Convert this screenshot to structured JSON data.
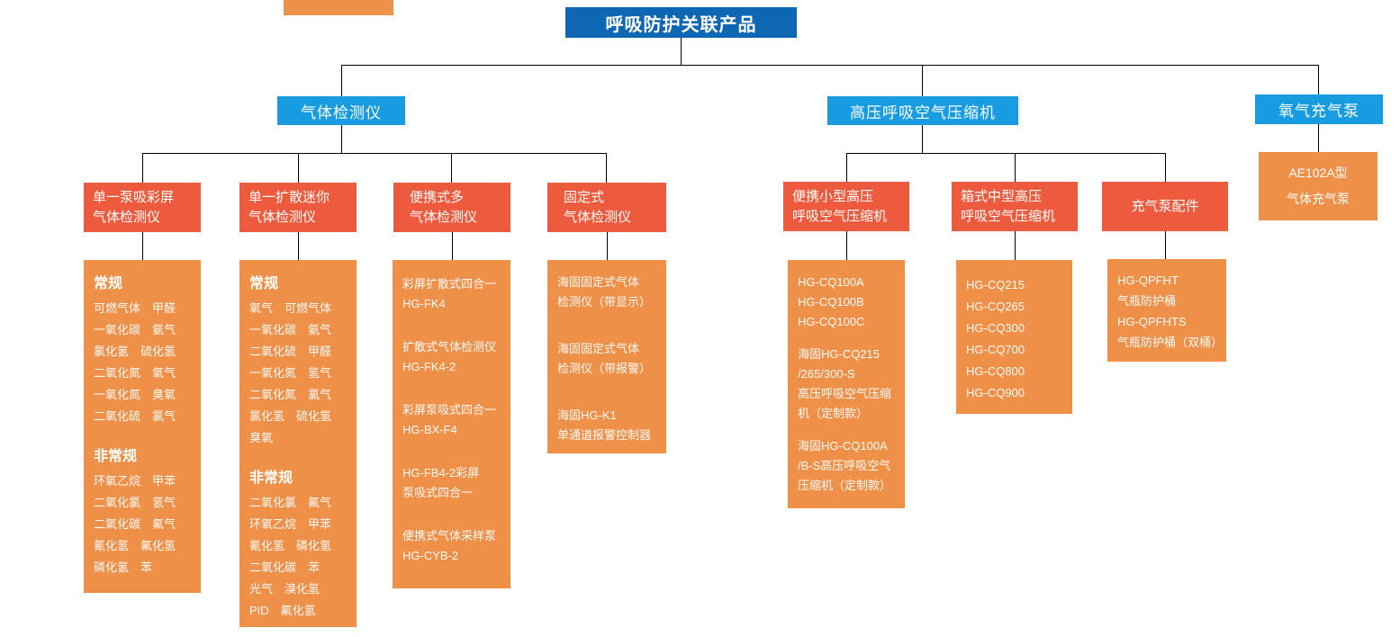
{
  "palette": {
    "root_blue": "#0d67b2",
    "branch_blue": "#189ce1",
    "header_red_orange": "#ee5a3d",
    "content_orange": "#ef9049",
    "line_color": "#000000"
  },
  "clipped_top_box": {
    "label": ""
  },
  "root_label": "呼吸防护关联产品",
  "branch_gas": {
    "label": "气体检测仪",
    "columns": [
      {
        "header": "单一泵吸彩屏\n气体检测仪",
        "sections": [
          {
            "title": "常规",
            "items": "可燃气体　甲醛\n一氧化碳　氨气\n氯化氢　硫化氢\n二氧化氮　氧气\n一氧化氮　臭氧\n二氧化硫　氯气"
          },
          {
            "title": "非常规",
            "items": "环氧乙烷　甲苯\n二氧化氯　氢气\n二氧化碳　氟气\n氰化氢　氟化氢\n磷化氢　苯"
          }
        ]
      },
      {
        "header": "单一扩散迷你\n气体检测仪",
        "sections": [
          {
            "title": "常规",
            "items": "氧气　可燃气体\n一氧化碳　氨气\n二氧化硫　甲醛\n一氧化氮　氢气\n二氧化氮　氯气\n氯化氢　硫化氢\n臭氧"
          },
          {
            "title": "非常规",
            "items": "二氧化氯　氟气\n环氧乙烷　甲苯\n氰化氢　磷化氢\n二氧化碳　苯\n光气　溴化氢\nPID　氟化氢"
          }
        ]
      },
      {
        "header": "便携式多\n气体检测仪",
        "groups": [
          "彩屏扩散式四合一\nHG-FK4",
          "扩散式气体检测仪\nHG-FK4-2",
          "彩屏泵吸式四合一\nHG-BX-F4",
          "HG-FB4-2彩屏\n泵吸式四合一",
          "便携式气体采样泵\nHG-CYB-2"
        ]
      },
      {
        "header": "固定式\n气体检测仪",
        "groups": [
          "海固固定式气体\n检测仪（带显示）",
          "海固固定式气体\n检测仪（带报警）",
          "海固HG-K1\n单通道报警控制器"
        ]
      }
    ]
  },
  "branch_compressor": {
    "label": "高压呼吸空气压缩机",
    "columns": [
      {
        "header": "便携小型高压\n呼吸空气压缩机",
        "groups": [
          "HG-CQ100A\nHG-CQ100B\nHG-CQ100C",
          "海固HG-CQ215\n/265/300-S\n高压呼吸空气压缩\n机（定制款）",
          "海固HG-CQ100A\n/B-S高压呼吸空气\n压缩机（定制款）"
        ]
      },
      {
        "header": "箱式中型高压\n呼吸空气压缩机",
        "groups": [
          "HG-CQ215\nHG-CQ265\nHG-CQ300\nHG-CQ700\nHG-CQ800\nHG-CQ900"
        ]
      },
      {
        "header": "充气泵配件",
        "groups": [
          "HG-QPFHT\n气瓶防护桶\nHG-QPFHTS\n气瓶防护桶（双桶）"
        ]
      }
    ]
  },
  "branch_oxygen": {
    "label": "氧气充气泵",
    "product": "AE102A型\n气体充气泵"
  }
}
